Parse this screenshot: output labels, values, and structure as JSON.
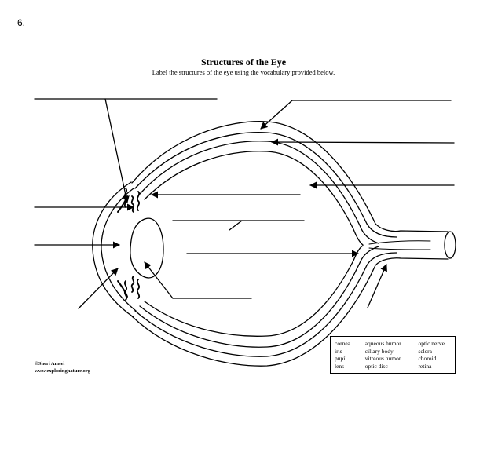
{
  "question_number": "6.",
  "title": "Structures of the Eye",
  "subtitle": "Label the structures of the eye using the vocabulary provided below.",
  "credit": {
    "line1": "©Sheri Amsel",
    "line2": "www.exploringnature.org"
  },
  "vocabulary": [
    [
      "cornea",
      "iris",
      "pupil",
      "lens"
    ],
    [
      "aqueous humor",
      "ciliary body",
      "vitreous humor",
      "optic disc"
    ],
    [
      "optic nerve",
      "sclera",
      "choroid",
      "retina"
    ]
  ]
}
